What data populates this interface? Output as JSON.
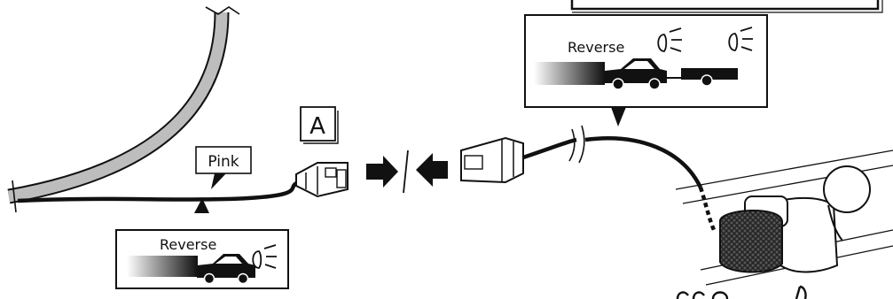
{
  "callouts": {
    "wire_color": "Pink",
    "connector_letter": "A",
    "left_box_label": "Reverse",
    "right_box_label": "Reverse"
  },
  "colors": {
    "line": "#111111",
    "harness_gray": "#bdbdbd",
    "background": "#ffffff"
  },
  "icons": [
    "car-icon",
    "trailer-icon",
    "reverse-lamp-icon",
    "connector-plug-icon",
    "tow-ball-icon",
    "push-arrow-icon"
  ]
}
